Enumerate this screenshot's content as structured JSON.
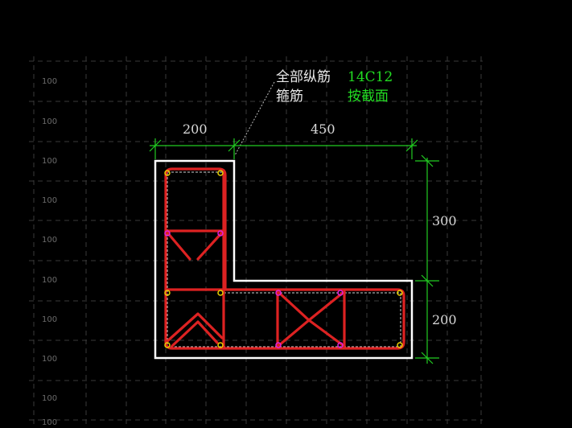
{
  "annotation": {
    "longitudinal_label": "全部纵筋",
    "longitudinal_value": "14C12",
    "stirrup_label": "箍筋",
    "stirrup_value": "按截面"
  },
  "dimensions": {
    "top_left": "200",
    "top_right": "450",
    "right_upper": "300",
    "right_lower": "200"
  },
  "grid_labels": [
    "100",
    "100",
    "100",
    "100",
    "100",
    "100",
    "100",
    "100",
    "100",
    "100"
  ],
  "colors": {
    "background": "#000000",
    "grid": "#3a3a3a",
    "outline": "#ffffff",
    "rebar": "#dd2222",
    "dimension": "#22cc22",
    "bar_yellow": "#e8d000",
    "bar_magenta": "#e020e0"
  }
}
